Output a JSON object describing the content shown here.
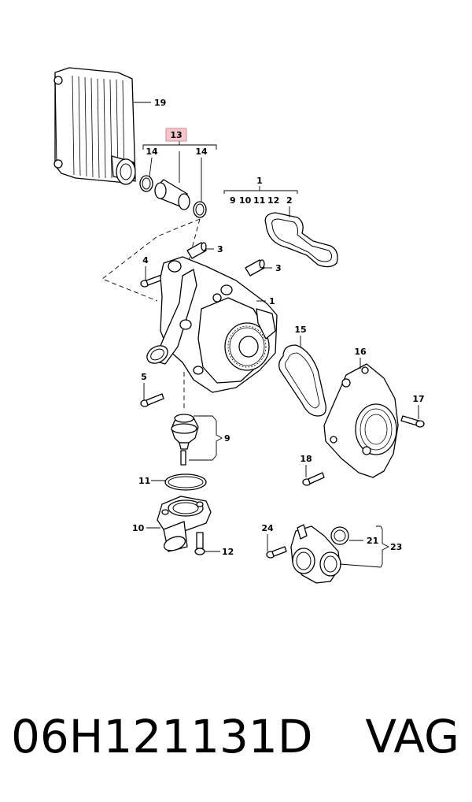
{
  "callouts": {
    "c1_top": "1",
    "c1_group": [
      "9",
      "10",
      "11",
      "12"
    ],
    "c2": "2",
    "c1_pump": "1",
    "c3_a": "3",
    "c3_b": "3",
    "c4": "4",
    "c5": "5",
    "c9": "9",
    "c10": "10",
    "c11": "11",
    "c12": "12",
    "c13": "13",
    "c14_a": "14",
    "c14_b": "14",
    "c15": "15",
    "c16": "16",
    "c17": "17",
    "c18": "18",
    "c19": "19",
    "c21": "21",
    "c23": "23",
    "c24": "24"
  },
  "highlight_color": "#f5c6cc",
  "footer": {
    "part_number": "06H121131D",
    "brand": "VAG"
  }
}
